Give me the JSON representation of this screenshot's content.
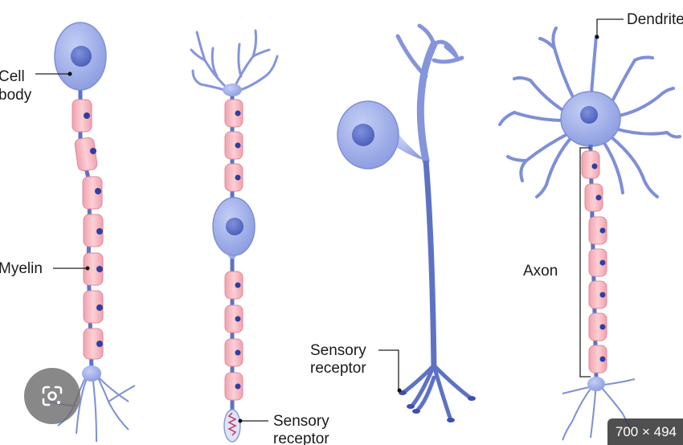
{
  "labels": {
    "cell_body_line1": "Cell",
    "cell_body_line2": "body",
    "myelin": "Myelin",
    "dendrite": "Dendrite",
    "axon": "Axon",
    "sensory_receptor_1_line1": "Sensory",
    "sensory_receptor_1_line2": "receptor",
    "sensory_receptor_2_line1": "Sensory",
    "sensory_receptor_2_line2": "receptor"
  },
  "overlay": {
    "lens_icon": "google-lens-icon",
    "image_size": "700 × 494"
  },
  "colors": {
    "soma": "#a7b6ea",
    "soma_edge": "#7d8fd6",
    "nucleus": "#5b6fc9",
    "fiber": "#5e72c4",
    "myelin": "#f6b6c0",
    "myelin_edge": "#e08a98",
    "node_dot": "#2f3f9f"
  }
}
